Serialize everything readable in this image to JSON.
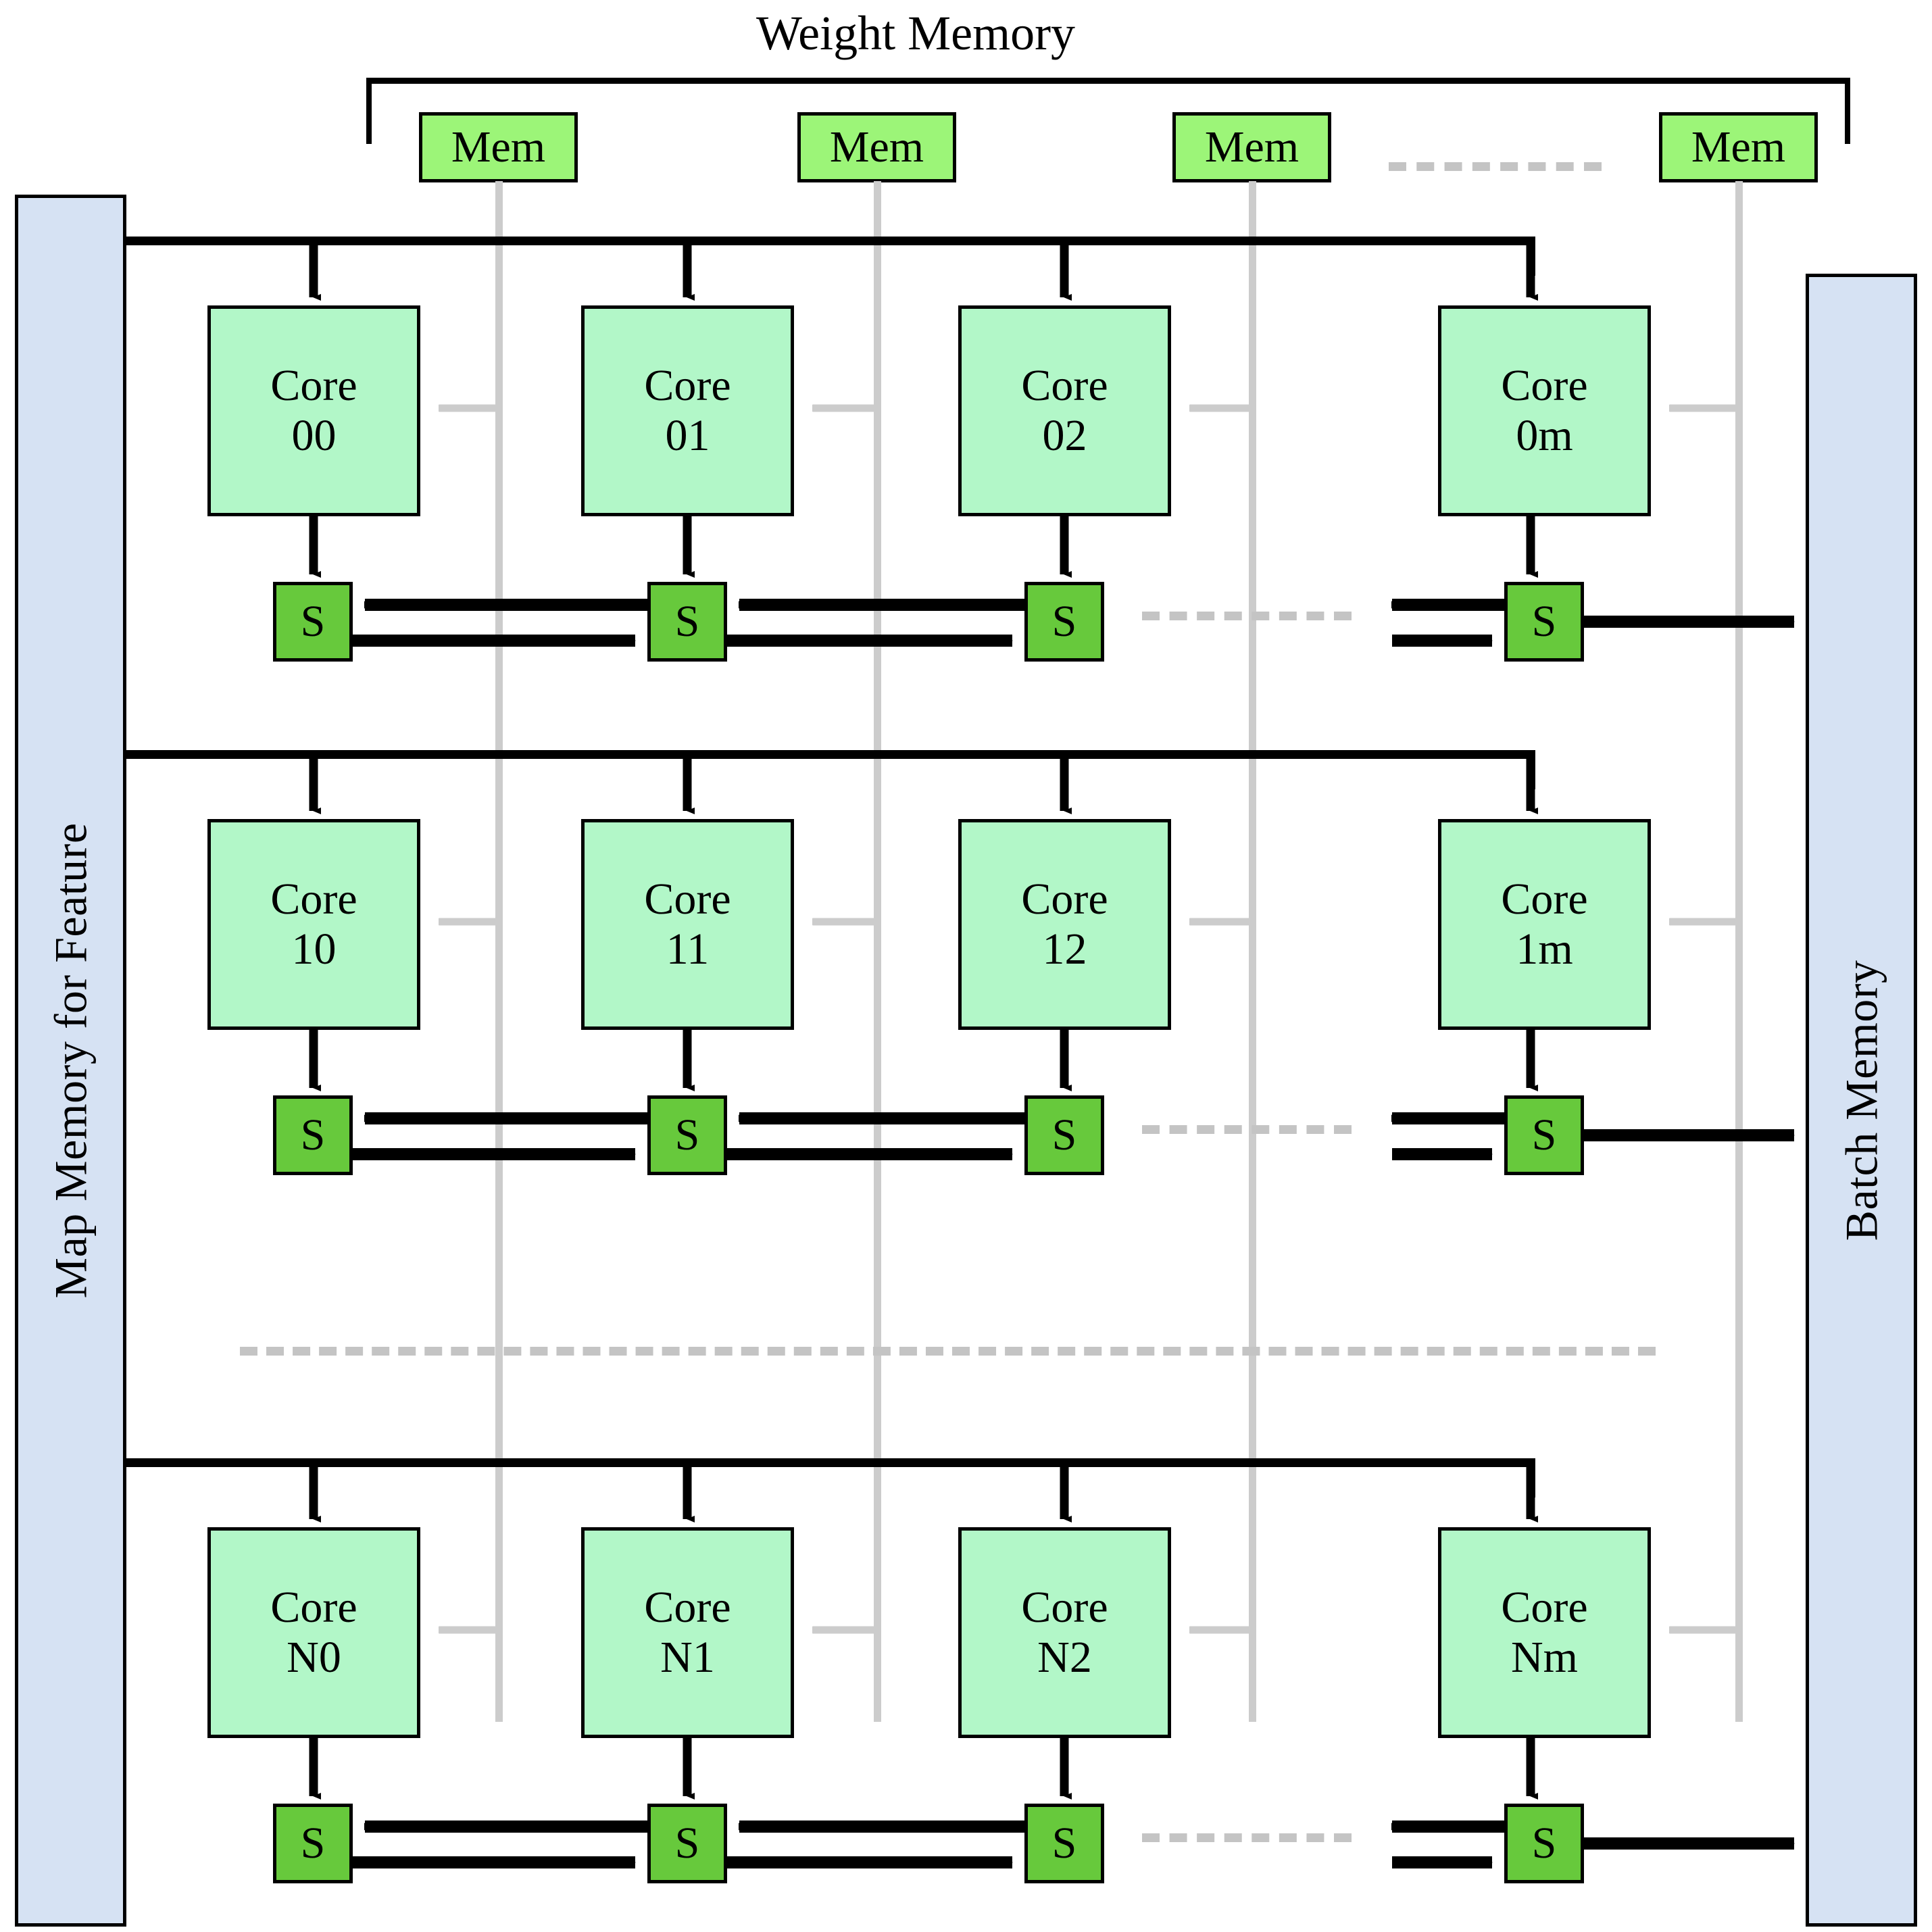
{
  "title": {
    "weight_memory": "Weight Memory"
  },
  "left_memory": {
    "label": "Map Memory for Feature"
  },
  "right_memory": {
    "label": "Batch Memory"
  },
  "weight_mem_modules": [
    {
      "label": "Mem"
    },
    {
      "label": "Mem"
    },
    {
      "label": "Mem"
    },
    {
      "label": "Mem"
    }
  ],
  "mem_ellipsis": "- - - - -",
  "rows": [
    {
      "row_id": "row-0",
      "cores": [
        {
          "name": "Core",
          "index": "00"
        },
        {
          "name": "Core",
          "index": "01"
        },
        {
          "name": "Core",
          "index": "02"
        },
        {
          "name": "Core",
          "index": "0m"
        }
      ],
      "switches": [
        {
          "label": "S"
        },
        {
          "label": "S"
        },
        {
          "label": "S"
        },
        {
          "label": "S"
        }
      ],
      "switch_ellipsis": "- - - - -"
    },
    {
      "row_id": "row-1",
      "cores": [
        {
          "name": "Core",
          "index": "10"
        },
        {
          "name": "Core",
          "index": "11"
        },
        {
          "name": "Core",
          "index": "12"
        },
        {
          "name": "Core",
          "index": "1m"
        }
      ],
      "switches": [
        {
          "label": "S"
        },
        {
          "label": "S"
        },
        {
          "label": "S"
        },
        {
          "label": "S"
        }
      ],
      "switch_ellipsis": "- - - - -"
    },
    {
      "row_id": "row-N",
      "cores": [
        {
          "name": "Core",
          "index": "N0"
        },
        {
          "name": "Core",
          "index": "N1"
        },
        {
          "name": "Core",
          "index": "N2"
        },
        {
          "name": "Core",
          "index": "Nm"
        }
      ],
      "switches": [
        {
          "label": "S"
        },
        {
          "label": "S"
        },
        {
          "label": "S"
        },
        {
          "label": "S"
        }
      ],
      "switch_ellipsis": "- - - - -"
    }
  ],
  "row_ellipsis": "- - - - - - - - - -",
  "colors": {
    "mem_green": "#9cf578",
    "core_green": "#b2f7c8",
    "switch_green": "#67c93c",
    "side_memory_blue": "#d6e2f3",
    "wire_black": "#000000",
    "wire_gray": "#cccccc"
  }
}
